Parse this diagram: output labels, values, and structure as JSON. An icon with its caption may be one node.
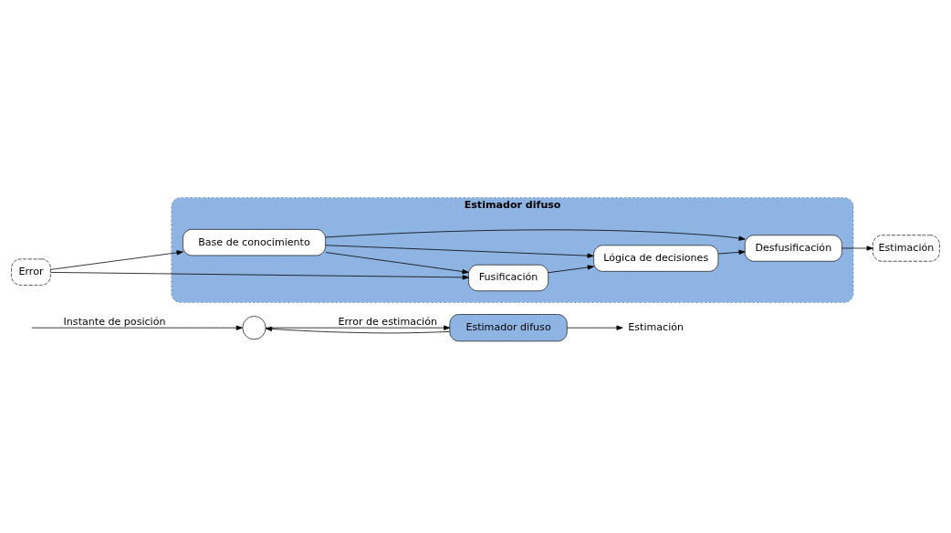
{
  "diagram": {
    "nodes": [
      {
        "text": [],
        "shape": "circle"
      },
      {
        "text": [
          "Estimador difuso"
        ]
      },
      {
        "text": [
          "Estimación"
        ]
      },
      {
        "text": [
          "Estimador difuso"
        ]
      },
      {
        "text": [
          "Error"
        ]
      },
      {
        "text": [
          "Base de conocimiento"
        ],
        "in": 3
      },
      {
        "text": [
          "Fusificación"
        ],
        "in": 3
      },
      {
        "text": [
          "Lógica de decisiones"
        ],
        "in": 3
      },
      {
        "text": [
          "Desfusificación"
        ],
        "in": 3
      },
      {
        "text": [
          "Estimación"
        ]
      }
    ],
    "edges": [
      {
        "from": null,
        "to": 0,
        "arrow": "to",
        "label": "Instante de posición"
      },
      {
        "from": 0,
        "to": 1,
        "arrow": "to",
        "label": "Error de estimación"
      },
      {
        "from": 1,
        "to": 2,
        "arrow": "to"
      },
      {
        "from": 1,
        "to": 0,
        "arrow": "to"
      },
      {
        "from": 4,
        "to": 5,
        "arrow": "to"
      },
      {
        "from": 4,
        "to": 6,
        "arrow": "to"
      },
      {
        "from": 5,
        "to": 6,
        "arrow": "to"
      },
      {
        "from": 5,
        "to": 7,
        "arrow": "to"
      },
      {
        "from": 5,
        "to": 8,
        "arrow": "to"
      },
      {
        "from": 6,
        "to": 7,
        "arrow": "to"
      },
      {
        "from": 7,
        "to": 8,
        "arrow": "to"
      },
      {
        "from": 8,
        "to": 9,
        "arrow": "to"
      }
    ]
  }
}
